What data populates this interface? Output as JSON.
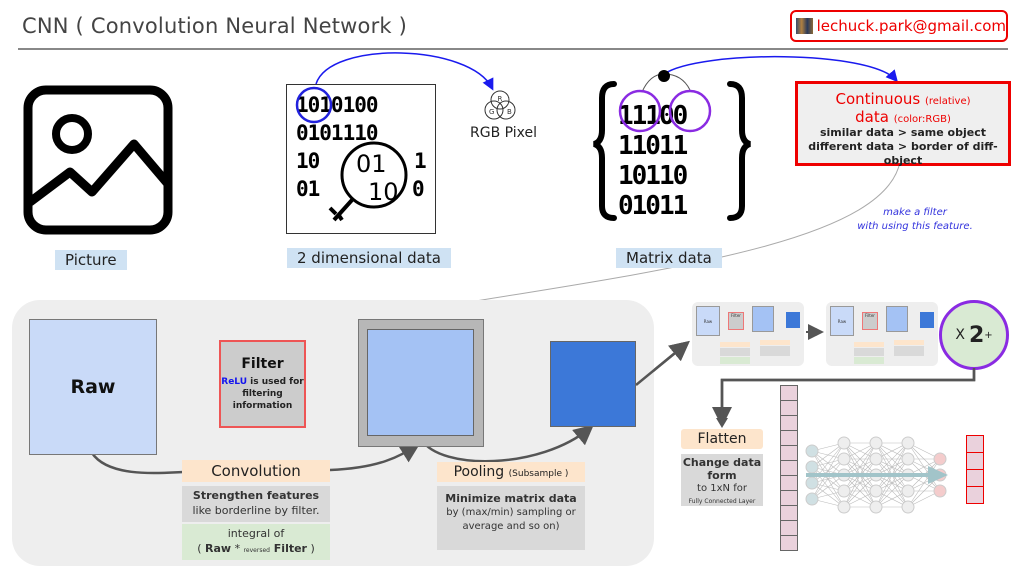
{
  "header": {
    "title": "CNN ( Convolution Neural Network )",
    "email": "lechuck.park@gmail.com"
  },
  "top_row": {
    "picture_label": "Picture",
    "two_dim_label": "2 dimensional data",
    "binary_rows": [
      "1010100",
      "0101110",
      "10 1",
      "01 0"
    ],
    "magnified_rows": [
      "01",
      "10"
    ],
    "rgb_letters": [
      "R",
      "G",
      "B"
    ],
    "rgb_label": "RGB Pixel",
    "matrix_label": "Matrix data",
    "matrix_rows": [
      "11100",
      "11011",
      "10110",
      "01011"
    ],
    "continuous_box": {
      "line1_main": "Continuous",
      "line1_small": "(relative)",
      "line2_main": "data",
      "line2_small": "(color:RGB)",
      "line3": "similar data > same object",
      "line4": "different data >   border of diff-object"
    },
    "hint": {
      "line1": "make a filter",
      "line2": "with using this feature."
    }
  },
  "pipeline": {
    "raw_label": "Raw",
    "filter": {
      "title": "Filter",
      "relu": "ReLU",
      "desc1": " is used for",
      "desc2": "filtering",
      "desc3": "information"
    },
    "convolution": {
      "title": "Convolution",
      "desc_bold": "Strengthen features",
      "desc": "like borderline by filter.",
      "integral_line1": "integral of",
      "integral_open": "( ",
      "integral_raw": "Raw",
      "integral_op": " * ",
      "integral_small": "reversed",
      "integral_filter": " Filter",
      "integral_close": " )"
    },
    "pooling": {
      "title": "Pooling",
      "subtitle": "(Subsample )",
      "desc_bold": "Minimize matrix data",
      "desc1": "by (max/min) sampling or",
      "desc2": "average and so on)"
    }
  },
  "repeat": {
    "mini_raw": "Raw",
    "mini_filter": "Filter",
    "times": "X",
    "count": "2",
    "plus": "+"
  },
  "flatten": {
    "title": "Flatten",
    "desc_bold1": "Change data",
    "desc_bold2": "form",
    "desc": "to 1xN  for",
    "desc_small": "Fully Connected Layer",
    "vector_cells": 11,
    "output_cells": 4
  },
  "colors": {
    "accent_red": "#ee0000",
    "link_blue": "#1515ee",
    "purple_ring": "#8a2be2",
    "label_bg": "#cfe2f3",
    "raw_fill": "#c9daf8",
    "conv_fill": "#a4c2f4",
    "pool_fill": "#3c78d8"
  }
}
